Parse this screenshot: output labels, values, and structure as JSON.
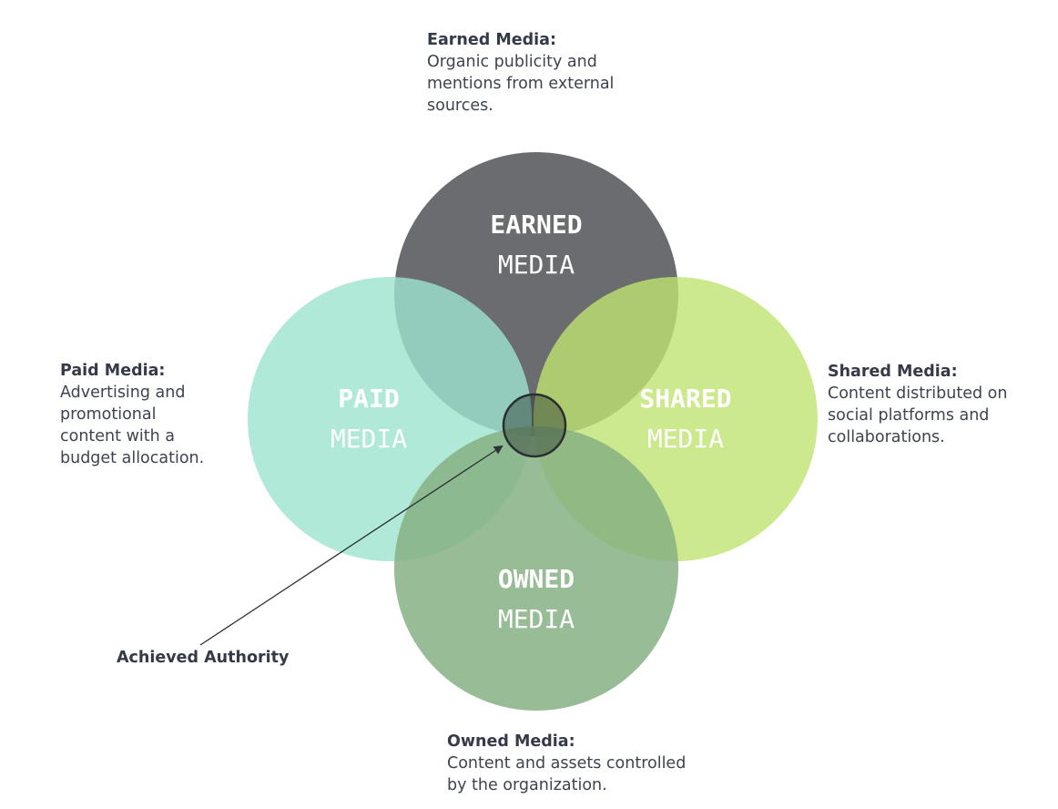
{
  "colors": {
    "earned": "#6b6c70",
    "paid": "#9de3d0",
    "shared": "#bfe470",
    "owned": "#86b083",
    "center_stroke": "#2a2e30",
    "text_dark": "#343a48"
  },
  "circles": {
    "earned": {
      "title": "EARNED",
      "sub": "MEDIA"
    },
    "paid": {
      "title": "PAID",
      "sub": "MEDIA"
    },
    "shared": {
      "title": "SHARED",
      "sub": "MEDIA"
    },
    "owned": {
      "title": "OWNED",
      "sub": "MEDIA"
    }
  },
  "descriptions": {
    "earned": {
      "heading": "Earned Media:",
      "body": "Organic publicity and\nmentions from external\nsources."
    },
    "paid": {
      "heading": "Paid Media:",
      "body": "Advertising and\npromotional\ncontent with a\nbudget allocation."
    },
    "shared": {
      "heading": "Shared Media:",
      "body": "Content distributed on\nsocial platforms and\ncollaborations."
    },
    "owned": {
      "heading": "Owned Media:",
      "body": "Content and assets controlled\nby the organization."
    }
  },
  "center": {
    "label": "Achieved Authority",
    "icon": "arrow-icon"
  }
}
